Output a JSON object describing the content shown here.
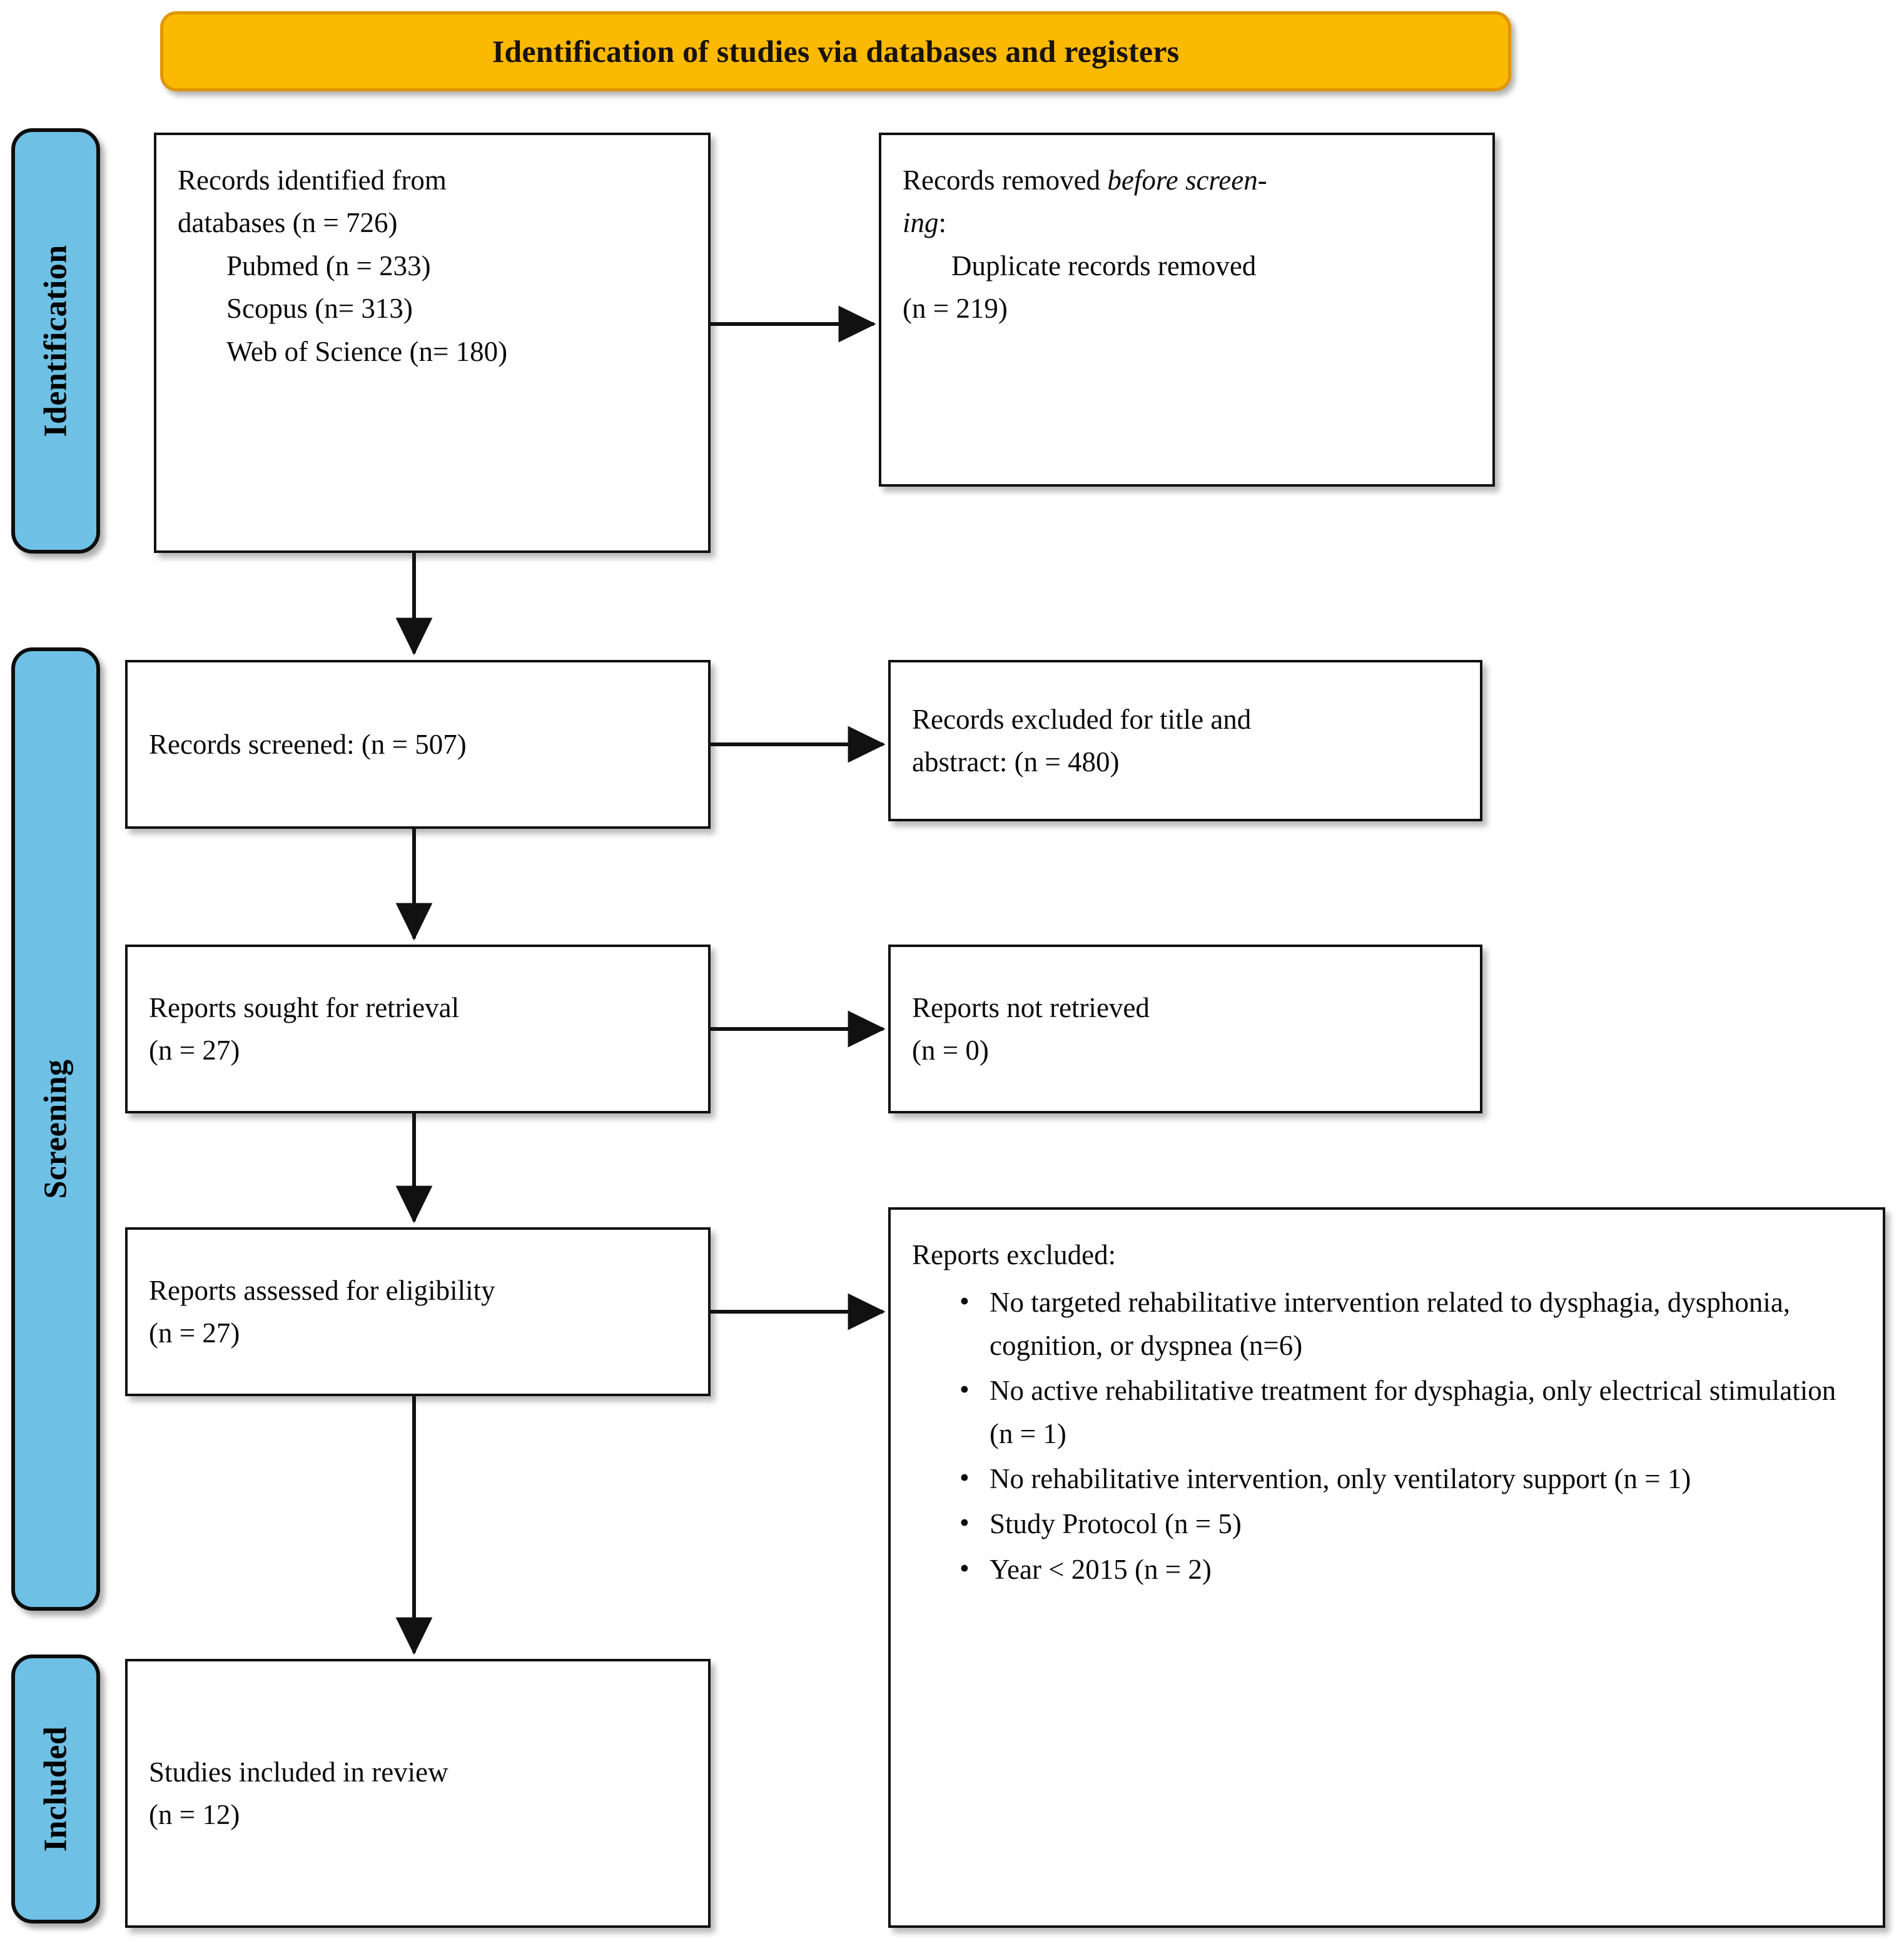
{
  "banner": {
    "title": "Identification of studies via databases and registers"
  },
  "stages": [
    {
      "key": "identification",
      "label": "Identification"
    },
    {
      "key": "screening",
      "label": "Screening"
    },
    {
      "key": "included",
      "label": "Included"
    }
  ],
  "nodes": {
    "records_identified": {
      "name": "records-identified-box",
      "lines": [
        "Records identified from",
        "databases (n = 726)"
      ],
      "sub_lines": [
        "Pubmed (n = 233)",
        "Scopus (n= 313)",
        "Web of Science (n= 180)"
      ]
    },
    "records_removed": {
      "name": "records-removed-box",
      "line1_pre": "Records removed ",
      "line1_ital": "before screen-",
      "line2_ital": "ing",
      "line2_post": ":",
      "sub_lines": [
        "Duplicate records removed",
        "(n = 219)"
      ]
    },
    "records_screened": {
      "name": "records-screened-box",
      "lines": [
        "Records screened: (n = 507)"
      ]
    },
    "records_excluded": {
      "name": "records-excluded-box",
      "lines": [
        "Records excluded for title and",
        "abstract: (n = 480)"
      ]
    },
    "reports_sought": {
      "name": "reports-sought-box",
      "lines": [
        "Reports sought for retrieval",
        "(n = 27)"
      ]
    },
    "reports_not_retrieved": {
      "name": "reports-not-retrieved-box",
      "lines": [
        "Reports not retrieved",
        "(n = 0)"
      ]
    },
    "reports_assessed": {
      "name": "reports-assessed-box",
      "lines": [
        "Reports assessed for eligibility",
        "(n = 27)"
      ]
    },
    "reports_excluded": {
      "name": "reports-excluded-box",
      "heading": "Reports excluded:",
      "bullets": [
        "No targeted rehabilitative intervention related to dysphagia, dysphonia, cognition, or dyspnea (n=6)",
        "No active rehabilitative treatment for dysphagia, only electrical stimulation (n = 1)",
        "No rehabilitative intervention, only ventilatory support (n = 1)",
        "Study Protocol (n = 5)",
        "Year < 2015 (n = 2)"
      ]
    },
    "studies_included": {
      "name": "studies-included-box",
      "lines": [
        "Studies included in review",
        "(n = 12)"
      ]
    }
  },
  "colors": {
    "banner_fill": "#FBB901",
    "banner_border": "#E09600",
    "stage_fill": "#6EC0E4",
    "stage_border": "#0d0d0d",
    "node_border": "#111111",
    "connector": "#111111",
    "text": "#0a0a0a"
  }
}
